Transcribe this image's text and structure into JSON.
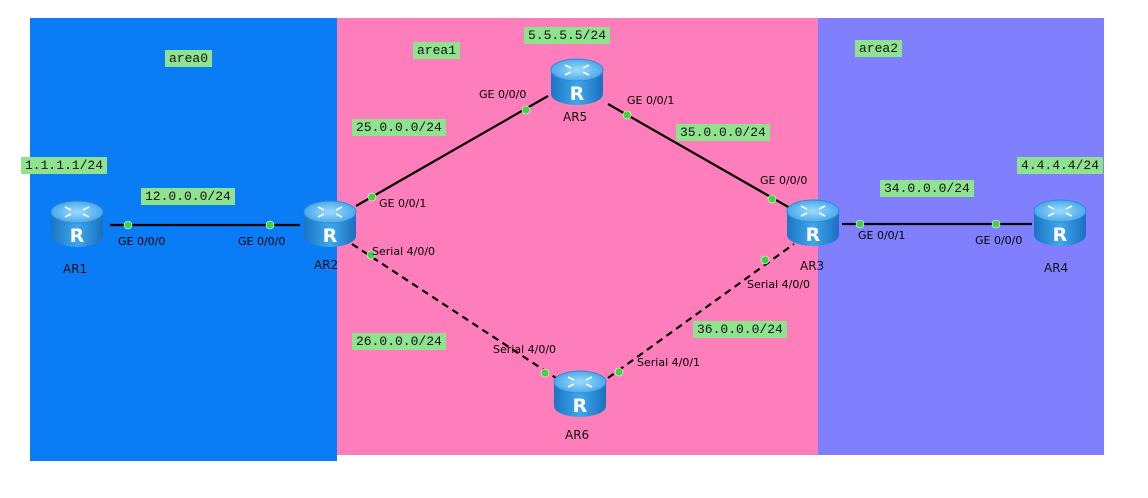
{
  "areas": [
    {
      "id": "area0",
      "label": "area0",
      "color": "#0a7cf5"
    },
    {
      "id": "area1",
      "label": "area1",
      "color": "#fe7dbb"
    },
    {
      "id": "area2",
      "label": "area2",
      "color": "#8080fe"
    }
  ],
  "routers": [
    {
      "id": "AR1",
      "name": "AR1",
      "ip": "1.1.1.1/24"
    },
    {
      "id": "AR2",
      "name": "AR2"
    },
    {
      "id": "AR3",
      "name": "AR3"
    },
    {
      "id": "AR4",
      "name": "AR4",
      "ip": "4.4.4.4/24"
    },
    {
      "id": "AR5",
      "name": "AR5",
      "ip": "5.5.5.5/24"
    },
    {
      "id": "AR6",
      "name": "AR6"
    }
  ],
  "links": [
    {
      "id": "ar1-ar2",
      "network": "12.0.0.0/24",
      "type": "ethernet",
      "a_port": "GE 0/0/0",
      "b_port": "GE 0/0/0"
    },
    {
      "id": "ar2-ar5",
      "network": "25.0.0.0/24",
      "type": "ethernet",
      "a_port": "GE 0/0/1",
      "b_port": "GE 0/0/0"
    },
    {
      "id": "ar5-ar3",
      "network": "35.0.0.0/24",
      "type": "ethernet",
      "a_port": "GE 0/0/1",
      "b_port": "GE 0/0/0"
    },
    {
      "id": "ar3-ar4",
      "network": "34.0.0.0/24",
      "type": "ethernet",
      "a_port": "GE 0/0/1",
      "b_port": "GE 0/0/0"
    },
    {
      "id": "ar2-ar6",
      "network": "26.0.0.0/24",
      "type": "serial",
      "a_port": "Serial 4/0/0",
      "b_port": "Serial 4/0/0"
    },
    {
      "id": "ar6-ar3",
      "network": "36.0.0.0/24",
      "type": "serial",
      "a_port": "Serial 4/0/1",
      "b_port": "Serial 4/0/0"
    }
  ]
}
